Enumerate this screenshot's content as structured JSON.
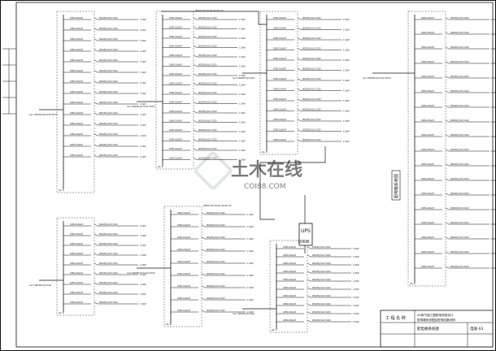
{
  "sheet": {
    "background": "#ffffff",
    "line_color": "#111111",
    "watermark_color": "#c8d0d8"
  },
  "panels": [
    {
      "id": "panel-1",
      "bus_label": "",
      "incoming_label": "AL-1 WDZN-YJV-5x25 SC50",
      "rows": 14,
      "note": "AL-1"
    },
    {
      "id": "panel-2",
      "bus_label": "WDZ-YJV-5x16 SC50 CT",
      "incoming_label": "AL-2 WDZN-YJV-5x25 SC50",
      "rows": 16,
      "note": "AL-2"
    },
    {
      "id": "panel-3",
      "bus_label": "",
      "incoming_label": "AL-3 WDZN-YJV-5x25",
      "rows": 13,
      "note": "AL-3"
    },
    {
      "id": "panel-4",
      "bus_label": "",
      "incoming_label": "AL-4 WDZN-YJV-5x16 SC50",
      "rows": 18,
      "note": "AL-4"
    },
    {
      "id": "panel-5",
      "bus_label": "",
      "incoming_label": "AL-5 WDZN-YJV-5x16",
      "rows": 9,
      "note": "AL-5"
    },
    {
      "id": "panel-6",
      "bus_label": "WDZ-YJV-5x10 SC40 CT",
      "incoming_label": "AL-6 WDZN-YJV-5x16 SC50",
      "rows": 9,
      "note": "AL-6"
    },
    {
      "id": "panel-7",
      "bus_label": "",
      "incoming_label": "AL-7 WDZN-YJV-5x16",
      "rows": 10,
      "note": "AL-7"
    }
  ],
  "breaker_label": "C65N-C16A/1P",
  "circuit_label": "WDZ-BYJ-3x2.5 SC20",
  "load_label": "1.5kW",
  "vertical_bus_label": "配电箱系统图",
  "ups": {
    "label": "UPS",
    "capacity": "10KW"
  },
  "watermark": {
    "text": "土木在线",
    "subtext": "COI88.COM"
  },
  "title_block": {
    "heading": "工 程 名 称",
    "project_lines": [
      "XX电气施工图配电系统设计",
      "配电箱系统图及配电回路说明"
    ],
    "drawing_name": "配电箱系统图",
    "drawing_no": "电施-03"
  }
}
